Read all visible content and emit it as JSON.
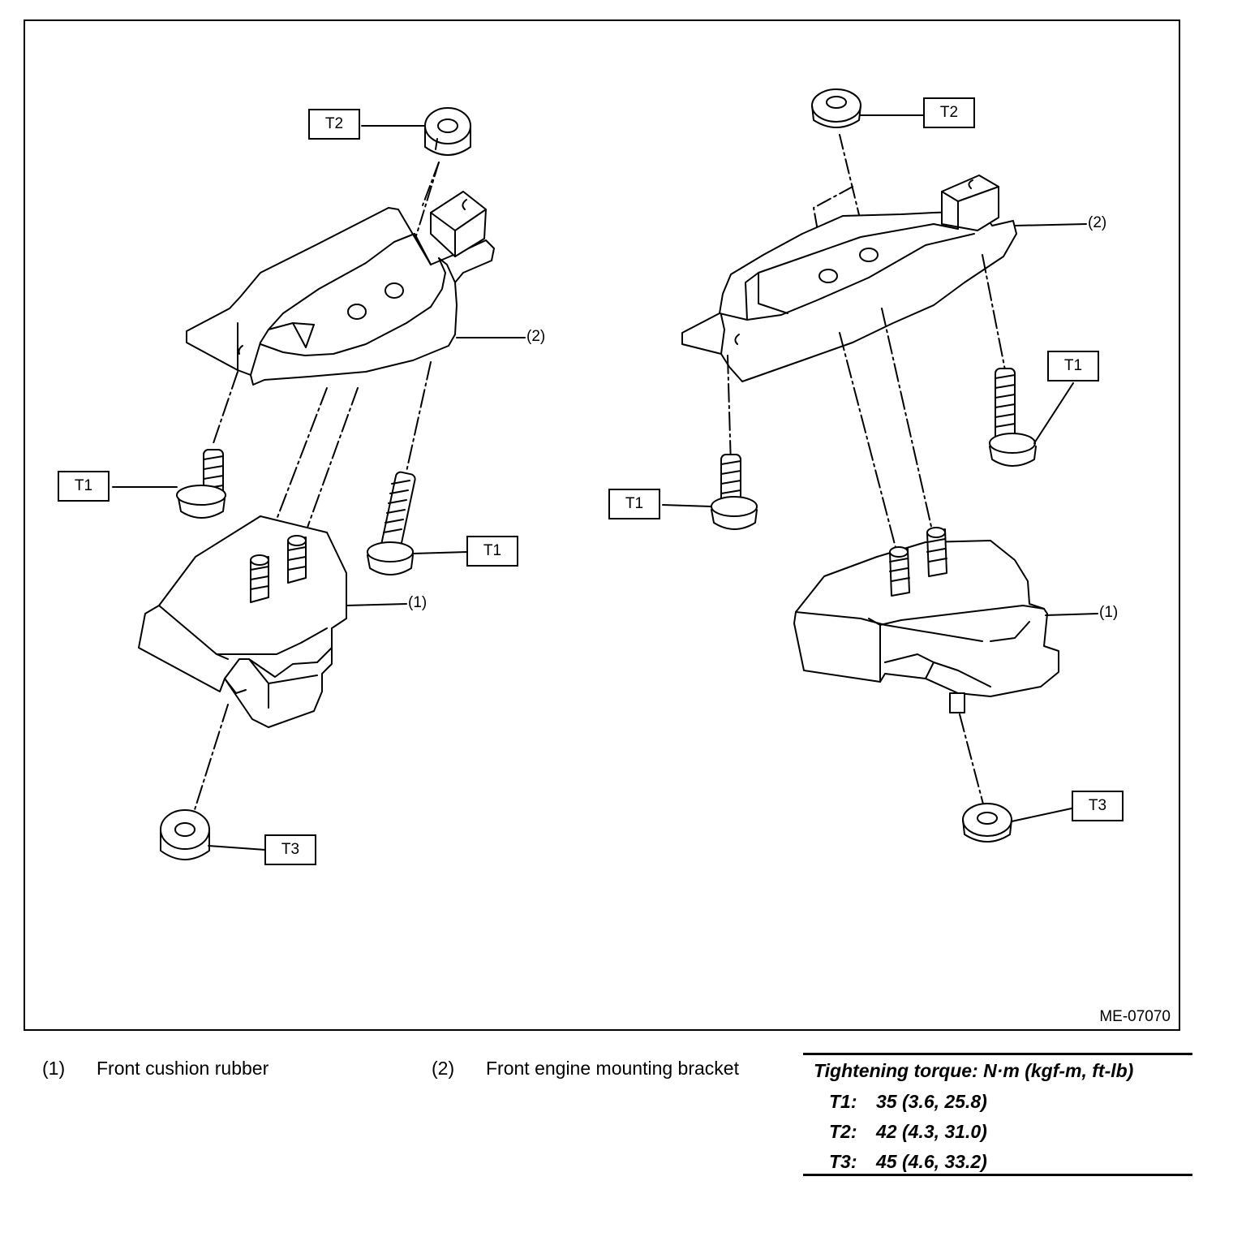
{
  "figure": {
    "id": "ME-07070",
    "left_assembly": {
      "callouts": [
        {
          "label": "T2"
        },
        {
          "label": "(2)"
        },
        {
          "label": "T1"
        },
        {
          "label": "T1"
        },
        {
          "label": "(1)"
        },
        {
          "label": "T3"
        }
      ]
    },
    "right_assembly": {
      "callouts": [
        {
          "label": "T2"
        },
        {
          "label": "(2)"
        },
        {
          "label": "T1"
        },
        {
          "label": "T1"
        },
        {
          "label": "(1)"
        },
        {
          "label": "T3"
        }
      ]
    }
  },
  "legend": [
    {
      "num": "(1)",
      "text": "Front cushion rubber"
    },
    {
      "num": "(2)",
      "text": "Front engine mounting bracket"
    }
  ],
  "torque_table": {
    "title": "Tightening torque: N·m (kgf-m, ft-lb)",
    "rows": [
      {
        "key": "T1:",
        "value": "35 (3.6, 25.8)"
      },
      {
        "key": "T2:",
        "value": "42 (4.3, 31.0)"
      },
      {
        "key": "T3:",
        "value": "45 (4.6, 33.2)"
      }
    ]
  }
}
